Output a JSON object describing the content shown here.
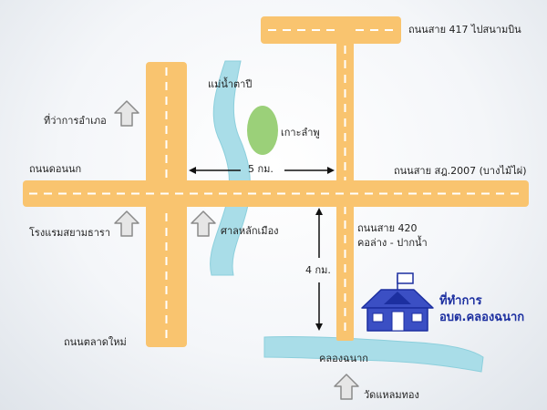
{
  "colors": {
    "road": "#f9c46f",
    "road_dash": "#ffffff",
    "river": "#a9dde8",
    "river_edge": "#8ccfdc",
    "island": "#9bd079",
    "arrow_icon_fill": "#e6e6e6",
    "arrow_icon_stroke": "#8a8a8a",
    "house": "#3b4fc4",
    "house_dark": "#1c2fa0",
    "office_text": "#1c2fa0",
    "label_text": "#222222",
    "distance_arrow": "#111111"
  },
  "icons": {
    "landmark_marker": "up-arrow-icon",
    "office_marker": "house-with-flag-icon"
  },
  "roads": {
    "road_417": "ถนนสาย 417 ไปสนามบิน",
    "don_nok": "ถนนดอนนก",
    "road_sor_dor": "ถนนสาย สฎ.2007 (บางไม้ไผ่)",
    "road_420_line1": "ถนนสาย 420",
    "road_420_line2": "คอล่าง - ปากน้ำ",
    "talad_mai": "ถนนตลาดใหม่"
  },
  "landmarks": {
    "district_office": "ที่ว่าการอำเภอ",
    "hotel": "โรงแรมสยามธารา",
    "river": "แม่น้ำตาปี",
    "island": "เกาะลำพู",
    "city_pillar": "ศาลหลักเมือง",
    "canal": "คลองฉนาก",
    "temple": "วัดแหลมทอง"
  },
  "distances": {
    "horizontal": "5 กม.",
    "vertical": "4 กม."
  },
  "office": {
    "line1": "ที่ทำการ",
    "line2": "อบต.คลองฉนาก"
  }
}
